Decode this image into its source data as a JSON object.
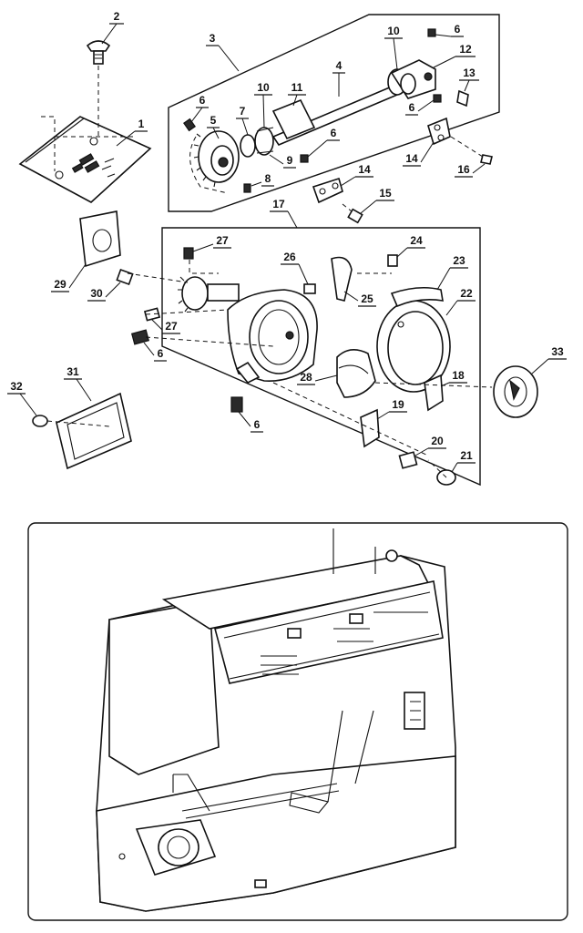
{
  "callouts": [
    {
      "id": "c2",
      "label": "2"
    },
    {
      "id": "c1",
      "label": "1"
    },
    {
      "id": "c3",
      "label": "3"
    },
    {
      "id": "c4",
      "label": "4"
    },
    {
      "id": "c10a",
      "label": "10"
    },
    {
      "id": "c6a",
      "label": "6"
    },
    {
      "id": "c12",
      "label": "12"
    },
    {
      "id": "c13",
      "label": "13"
    },
    {
      "id": "c6b",
      "label": "6"
    },
    {
      "id": "c6c",
      "label": "6"
    },
    {
      "id": "c5",
      "label": "5"
    },
    {
      "id": "c7",
      "label": "7"
    },
    {
      "id": "c10b",
      "label": "10"
    },
    {
      "id": "c11",
      "label": "11"
    },
    {
      "id": "c9",
      "label": "9"
    },
    {
      "id": "c6d",
      "label": "6"
    },
    {
      "id": "c8",
      "label": "8"
    },
    {
      "id": "c14a",
      "label": "14"
    },
    {
      "id": "c14b",
      "label": "14"
    },
    {
      "id": "c16",
      "label": "16"
    },
    {
      "id": "c15",
      "label": "15"
    },
    {
      "id": "c17",
      "label": "17"
    },
    {
      "id": "c27a",
      "label": "27"
    },
    {
      "id": "c26",
      "label": "26"
    },
    {
      "id": "c24",
      "label": "24"
    },
    {
      "id": "c23",
      "label": "23"
    },
    {
      "id": "c25",
      "label": "25"
    },
    {
      "id": "c22",
      "label": "22"
    },
    {
      "id": "c29",
      "label": "29"
    },
    {
      "id": "c30",
      "label": "30"
    },
    {
      "id": "c27b",
      "label": "27"
    },
    {
      "id": "c33",
      "label": "33"
    },
    {
      "id": "c6e",
      "label": "6"
    },
    {
      "id": "c28",
      "label": "28"
    },
    {
      "id": "c18",
      "label": "18"
    },
    {
      "id": "c19",
      "label": "19"
    },
    {
      "id": "c32",
      "label": "32"
    },
    {
      "id": "c31",
      "label": "31"
    },
    {
      "id": "c6f",
      "label": "6"
    },
    {
      "id": "c20",
      "label": "20"
    },
    {
      "id": "c21",
      "label": "21"
    }
  ]
}
